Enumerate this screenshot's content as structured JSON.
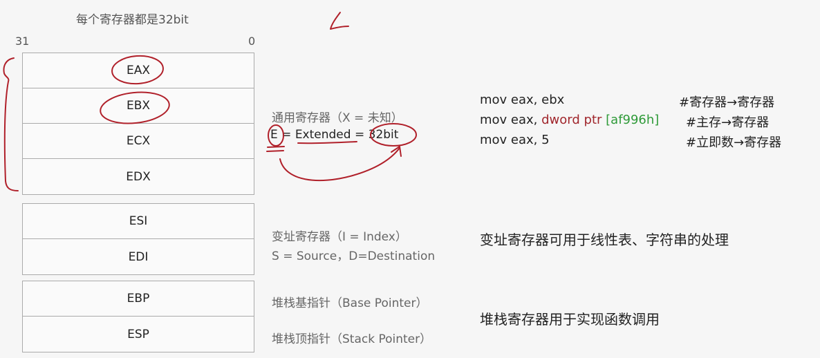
{
  "header": {
    "title": "每个寄存器都是32bit",
    "bit_high": "31",
    "bit_low": "0"
  },
  "registers": {
    "general": [
      "EAX",
      "EBX",
      "ECX",
      "EDX"
    ],
    "index": [
      "ESI",
      "EDI"
    ],
    "stack": [
      "EBP",
      "ESP"
    ]
  },
  "general_note": {
    "line1": "通用寄存器（X = 未知）",
    "e": "E",
    "eq1": "=",
    "extended": "Extended",
    "eq2": "=",
    "bits": "32bit"
  },
  "index_note": {
    "line1": "变址寄存器（I = Index）",
    "line2": "S = Source，D=Destination"
  },
  "stack_note": {
    "ebp": "堆栈基指针（Base Pointer）",
    "esp": "堆栈顶指针（Stack Pointer）"
  },
  "code": [
    {
      "instr": "mov eax, ebx",
      "comment": "#寄存器→寄存器"
    },
    {
      "instr_prefix": "mov eax, ",
      "instr_ptr": "dword ptr",
      "instr_addr": "[af996h]",
      "comment": "#主存→寄存器"
    },
    {
      "instr": "mov eax, 5",
      "comment": "#立即数→寄存器"
    }
  ],
  "index_desc": "变址寄存器可用于线性表、字符串的处理",
  "stack_desc": "堆栈寄存器用于实现函数调用",
  "colors": {
    "ink": "#b0202a",
    "addr": "#2e9a38",
    "ptr": "#a0262c"
  }
}
